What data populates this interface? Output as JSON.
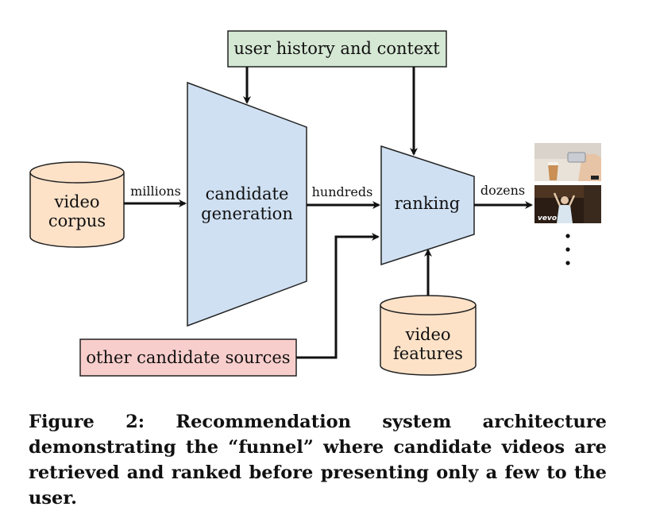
{
  "diagram": {
    "nodes": {
      "user_history": "user history and context",
      "video_corpus": [
        "video",
        "corpus"
      ],
      "candidate_generation": [
        "candidate",
        "generation"
      ],
      "ranking": "ranking",
      "video_features": [
        "video",
        "features"
      ],
      "other_sources": "other candidate sources"
    },
    "edges": {
      "millions": "millions",
      "hundreds": "hundreds",
      "dozens": "dozens"
    },
    "thumbnails": [
      "phone-and-coffee-thumbnail",
      "vevo-dance-thumbnail"
    ],
    "thumbnail_watermark": "vevo",
    "colors": {
      "green_box_fill": "#d5e8d4",
      "pink_box_fill": "#f8cecc",
      "blue_funnel_fill": "#cfe0f2",
      "cylinder_fill": "#fde2c8",
      "stroke": "#222222"
    }
  },
  "caption": "Figure 2: Recommendation system architecture demonstrating the “funnel” where candidate videos are retrieved and ranked before presenting only a few to the user."
}
